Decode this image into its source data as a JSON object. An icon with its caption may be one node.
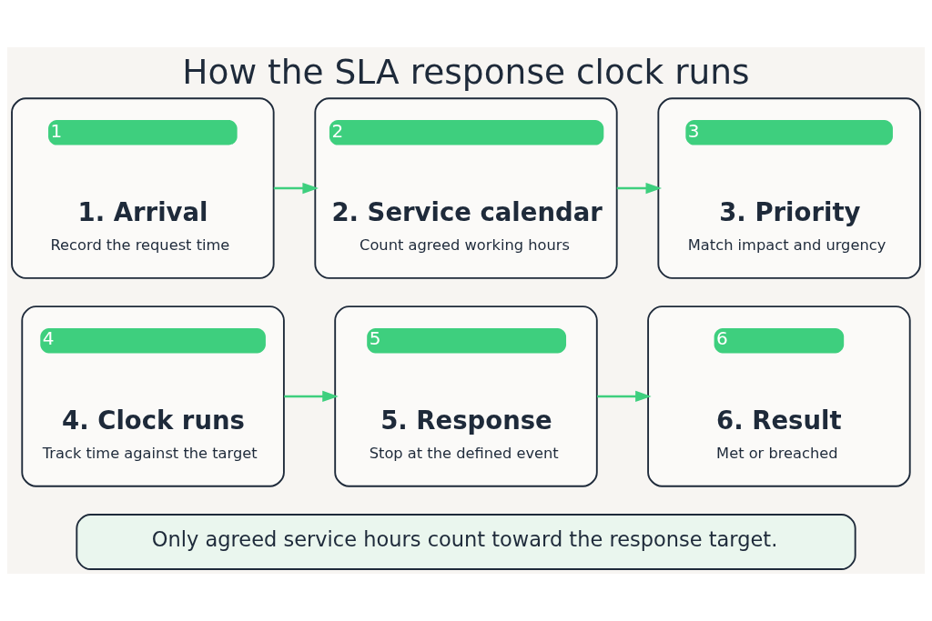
{
  "diagram": {
    "title": "How the SLA response clock runs",
    "nodes": [
      {
        "text": [
          "1",
          "1. Arrival",
          "Record the request time"
        ]
      },
      {
        "text": [
          "2",
          "2. Service calendar",
          "Count agreed working hours"
        ]
      },
      {
        "text": [
          "3",
          "3. Priority",
          "Match impact and urgency"
        ]
      },
      {
        "text": [
          "4",
          "4. Clock runs",
          "Track time against the target"
        ]
      },
      {
        "text": [
          "5",
          "5. Response",
          "Stop at the defined event"
        ]
      },
      {
        "text": [
          "6",
          "6. Result",
          "Met or breached"
        ]
      },
      {
        "text": [
          "Only agreed service hours count toward the response target."
        ]
      }
    ],
    "edges": [
      {
        "from": 0,
        "to": 1,
        "arrow": "to"
      },
      {
        "from": 1,
        "to": 2,
        "arrow": "to"
      },
      {
        "from": 3,
        "to": 4,
        "arrow": "to"
      },
      {
        "from": 4,
        "to": 5,
        "arrow": "to"
      }
    ]
  }
}
